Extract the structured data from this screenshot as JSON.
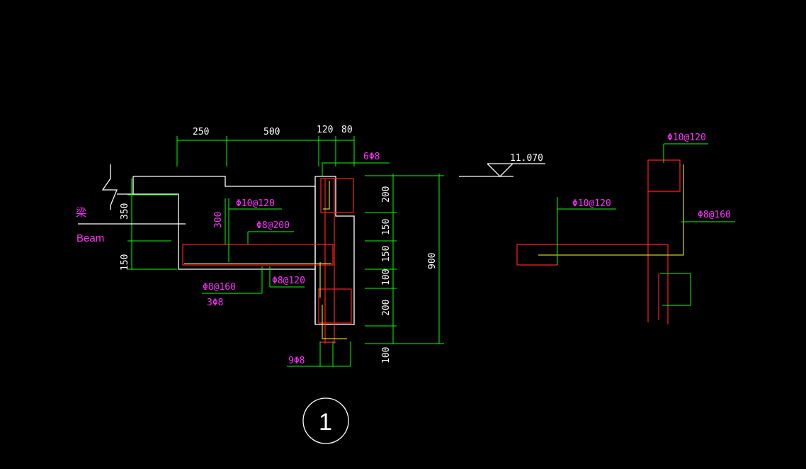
{
  "drawing": {
    "dims_top": [
      "250",
      "500",
      "120",
      "80"
    ],
    "dims_right": [
      "200",
      "150",
      "150",
      "100",
      "200",
      "100"
    ],
    "dim_total": "900",
    "dims_left": [
      "350",
      "150"
    ],
    "dim_300": "300",
    "rebar": {
      "r_6phi8": "6Φ8",
      "r_phi10_120": "Φ10@120",
      "r_phi8_200": "Φ8@200",
      "r_phi8_160": "Φ8@160",
      "r_3phi8": "3Φ8",
      "r_phi8_120": "Φ8@120",
      "r_9phi8": "9Φ8"
    },
    "beam_label_cn": "梁",
    "beam_label": "Beam",
    "elevation": "11.070",
    "detail_number": "1",
    "detail_right": {
      "r_phi10_120_top": "Φ10@120",
      "r_phi10_120_left": "Φ10@120",
      "r_phi8_160": "Φ8@160"
    }
  },
  "colors": {
    "background": "#000000",
    "outline": "#ffffff",
    "dimension": "#00ff00",
    "rebar": "#ff2020",
    "text_magenta": "#ff33ff",
    "stirrup_yellow": "#ffff33"
  }
}
